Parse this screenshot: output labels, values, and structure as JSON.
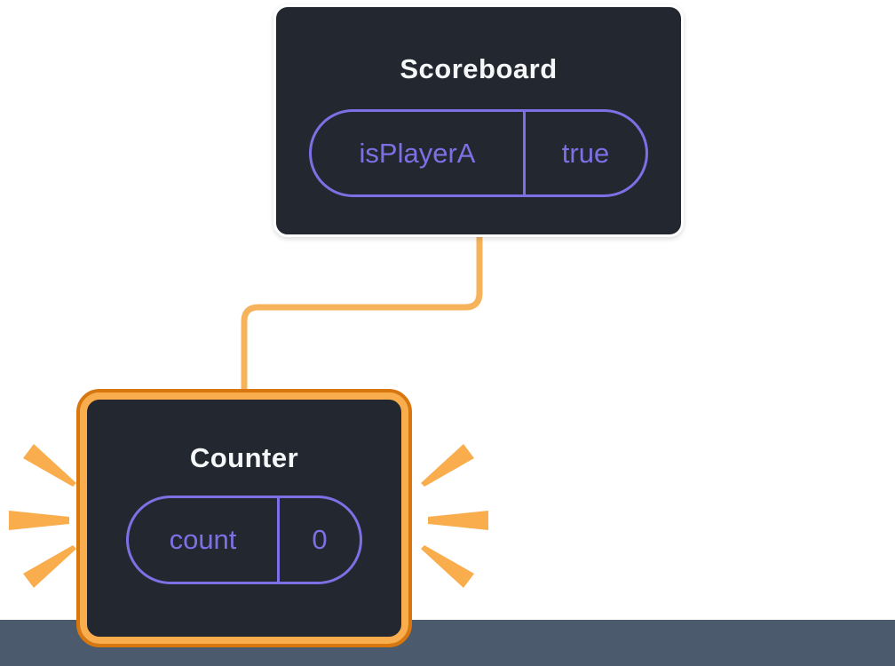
{
  "diagram": {
    "scoreboard": {
      "title": "Scoreboard",
      "state_key": "isPlayerA",
      "state_value": "true"
    },
    "counter": {
      "title": "Counter",
      "state_key": "count",
      "state_value": "0"
    },
    "colors": {
      "node_background": "#23272f",
      "node_border_white": "#ffffff",
      "state_accent_purple": "#7c71e4",
      "highlight_orange": "#f9ad4d",
      "highlight_orange_dark": "#d9770f",
      "connector_orange": "#f6b35b",
      "title_text": "#f6f7f9",
      "footer_band": "#4c5a6e"
    }
  }
}
